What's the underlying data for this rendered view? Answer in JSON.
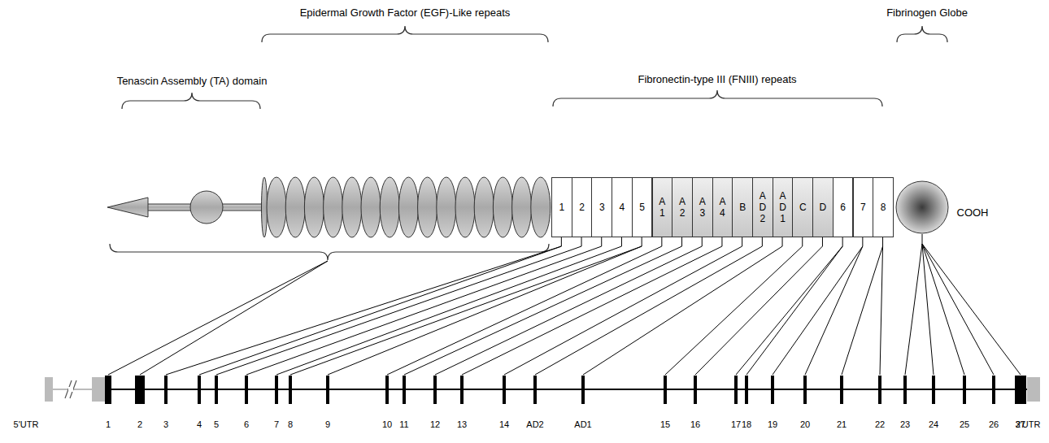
{
  "diagram": {
    "nodes": [
      {
        "text": [
          "1"
        ]
      },
      {
        "text": [
          "2"
        ]
      },
      {
        "text": [
          "3"
        ]
      },
      {
        "text": [
          "4"
        ]
      },
      {
        "text": [
          "5"
        ]
      },
      {
        "text": [
          "A 1"
        ]
      },
      {
        "text": [
          "A 2"
        ]
      },
      {
        "text": [
          "A 3"
        ]
      },
      {
        "text": [
          "A 4"
        ]
      },
      {
        "text": [
          "B"
        ]
      },
      {
        "text": [
          "A D 2"
        ]
      },
      {
        "text": [
          "A D 1"
        ]
      },
      {
        "text": [
          "C"
        ]
      },
      {
        "text": [
          "D"
        ]
      },
      {
        "text": [
          "6"
        ]
      },
      {
        "text": [
          "7"
        ]
      },
      {
        "text": [
          "8"
        ]
      }
    ],
    "labels": [
      "Epidermal Growth Factor (EGF)-Like repeats",
      "Fibrinogen Globe",
      "Tenascin Assembly (TA) domain",
      "Fibronectin-type III (FNIII) repeats",
      "COOH",
      "5'UTR",
      "1",
      "2",
      "3",
      "4",
      "5",
      "6",
      "7",
      "8",
      "9",
      "10",
      "11",
      "12",
      "13",
      "14",
      "AD2",
      "AD1",
      "15",
      "16",
      "17",
      "18",
      "19",
      "20",
      "21",
      "22",
      "23",
      "24",
      "25",
      "26",
      "27",
      "3'UTR"
    ]
  }
}
